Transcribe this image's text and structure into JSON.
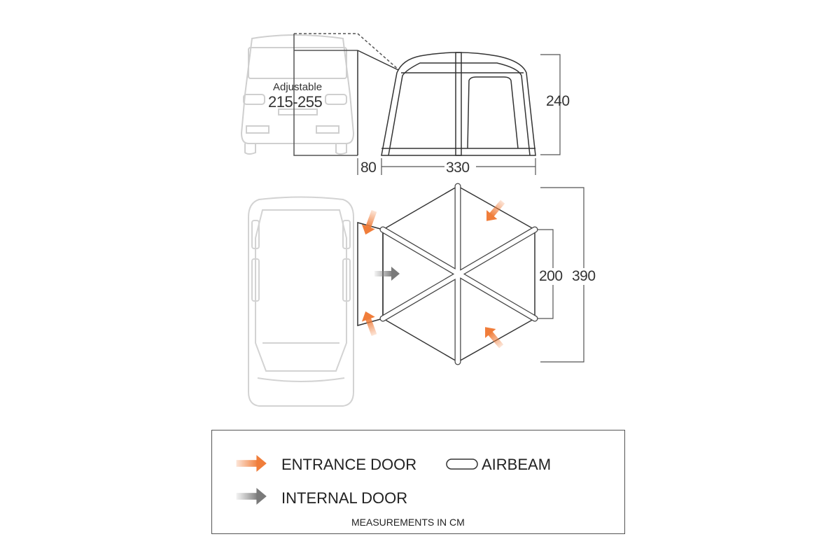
{
  "side_view": {
    "adjustable_label": "Adjustable",
    "adjustable_range": "215-255",
    "height": "240",
    "annex_depth": "80",
    "width": "330"
  },
  "top_view": {
    "inner_width": "200",
    "outer_width": "390"
  },
  "legend": {
    "entrance_door": "ENTRANCE DOOR",
    "internal_door": "INTERNAL DOOR",
    "airbeam": "AIRBEAM",
    "footer": "MEASUREMENTS IN CM"
  },
  "colors": {
    "entrance_arrow": "#f07d3a",
    "internal_arrow": "#8a8a8a",
    "van_outline": "#cfcfcf",
    "line": "#333333"
  }
}
